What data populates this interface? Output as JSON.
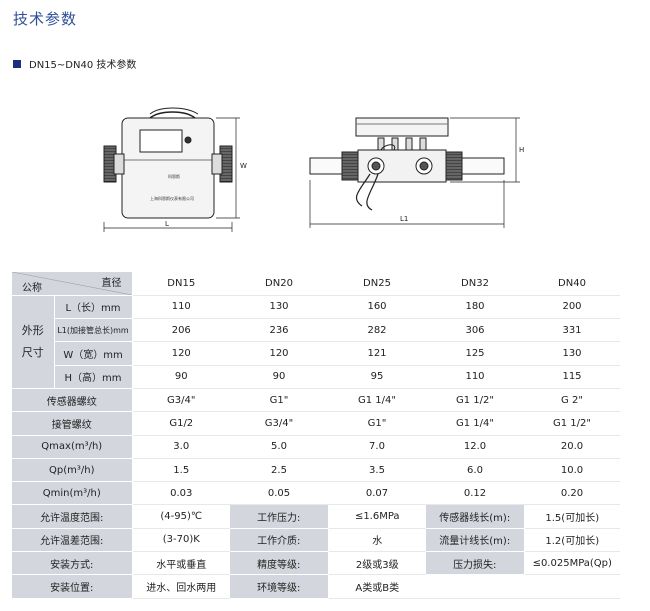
{
  "page_title": "技术参数",
  "section_heading": "DN15~DN40 技术参数",
  "drawing": {
    "front_label": "科恩斯",
    "front_maker": "上海科恩斯仪表有限公司",
    "dim_L": "L",
    "dim_W": "W",
    "dim_H": "H",
    "dim_L1": "L1"
  },
  "table": {
    "corner_top": "直径",
    "corner_bottom": "公称",
    "columns": [
      "DN15",
      "DN20",
      "DN25",
      "DN32",
      "DN40"
    ],
    "group_label_1": "外形",
    "group_label_2": "尺寸",
    "dim_rows": [
      {
        "label": "L（长）mm",
        "values": [
          "110",
          "130",
          "160",
          "180",
          "200"
        ]
      },
      {
        "label": "L1(加接管总长)mm",
        "values": [
          "206",
          "236",
          "282",
          "306",
          "331"
        ]
      },
      {
        "label": "W（宽）mm",
        "values": [
          "120",
          "120",
          "121",
          "125",
          "130"
        ]
      },
      {
        "label": "H（高）mm",
        "values": [
          "90",
          "90",
          "95",
          "110",
          "115"
        ]
      }
    ],
    "rows": [
      {
        "label": "传感器螺纹",
        "values": [
          "G3/4\"",
          "G1\"",
          "G1 1/4\"",
          "G1 1/2\"",
          "G 2\""
        ]
      },
      {
        "label": "接管螺纹",
        "values": [
          "G1/2",
          "G3/4\"",
          "G1\"",
          "G1 1/4\"",
          "G1 1/2\""
        ]
      },
      {
        "label": "Qmax(m³/h)",
        "values": [
          "3.0",
          "5.0",
          "7.0",
          "12.0",
          "20.0"
        ]
      },
      {
        "label": "Qp(m³/h)",
        "values": [
          "1.5",
          "2.5",
          "3.5",
          "6.0",
          "10.0"
        ]
      },
      {
        "label": "Qmin(m³/h)",
        "values": [
          "0.03",
          "0.05",
          "0.07",
          "0.12",
          "0.20"
        ]
      }
    ],
    "info_rows": [
      [
        "允许温度范围:",
        "(4-95)℃",
        "工作压力:",
        "≤1.6MPa",
        "传感器线长(m):",
        "1.5(可加长)"
      ],
      [
        "允许温差范围:",
        "(3-70)K",
        "工作介质:",
        "水",
        "流量计线长(m):",
        "1.2(可加长)"
      ],
      [
        "安装方式:",
        "水平或垂直",
        "精度等级:",
        "2级或3级",
        "压力损失:",
        "≤0.025MPa(Qp)"
      ],
      [
        "安装位置:",
        "进水、回水两用",
        "环境等级:",
        "A类或B类",
        "",
        ""
      ]
    ]
  }
}
